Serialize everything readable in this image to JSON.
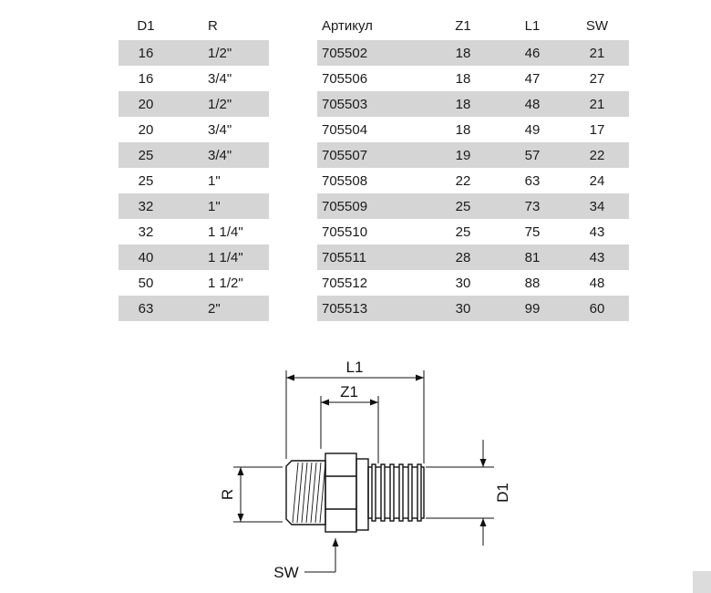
{
  "spec_table": {
    "stripe_color": "#d5d5d5",
    "left": {
      "headers": [
        "D1",
        "R"
      ],
      "rows": [
        [
          "16",
          "1/2\""
        ],
        [
          "16",
          "3/4\""
        ],
        [
          "20",
          "1/2\""
        ],
        [
          "20",
          "3/4\""
        ],
        [
          "25",
          "3/4\""
        ],
        [
          "25",
          "1\""
        ],
        [
          "32",
          "1\""
        ],
        [
          "32",
          "1 1/4\""
        ],
        [
          "40",
          "1 1/4\""
        ],
        [
          "50",
          "1 1/2\""
        ],
        [
          "63",
          "2\""
        ]
      ]
    },
    "right": {
      "headers": [
        "Артикул",
        "Z1",
        "L1",
        "SW"
      ],
      "rows": [
        [
          "705502",
          "18",
          "46",
          "21"
        ],
        [
          "705506",
          "18",
          "47",
          "27"
        ],
        [
          "705503",
          "18",
          "48",
          "21"
        ],
        [
          "705504",
          "18",
          "49",
          "17"
        ],
        [
          "705507",
          "19",
          "57",
          "22"
        ],
        [
          "705508",
          "22",
          "63",
          "24"
        ],
        [
          "705509",
          "25",
          "73",
          "34"
        ],
        [
          "705510",
          "25",
          "75",
          "43"
        ],
        [
          "705511",
          "28",
          "81",
          "43"
        ],
        [
          "705512",
          "30",
          "88",
          "48"
        ],
        [
          "705513",
          "30",
          "99",
          "60"
        ]
      ]
    }
  },
  "drawing": {
    "labels": {
      "l1": "L1",
      "z1": "Z1",
      "r": "R",
      "d1": "D1",
      "sw": "SW"
    }
  }
}
